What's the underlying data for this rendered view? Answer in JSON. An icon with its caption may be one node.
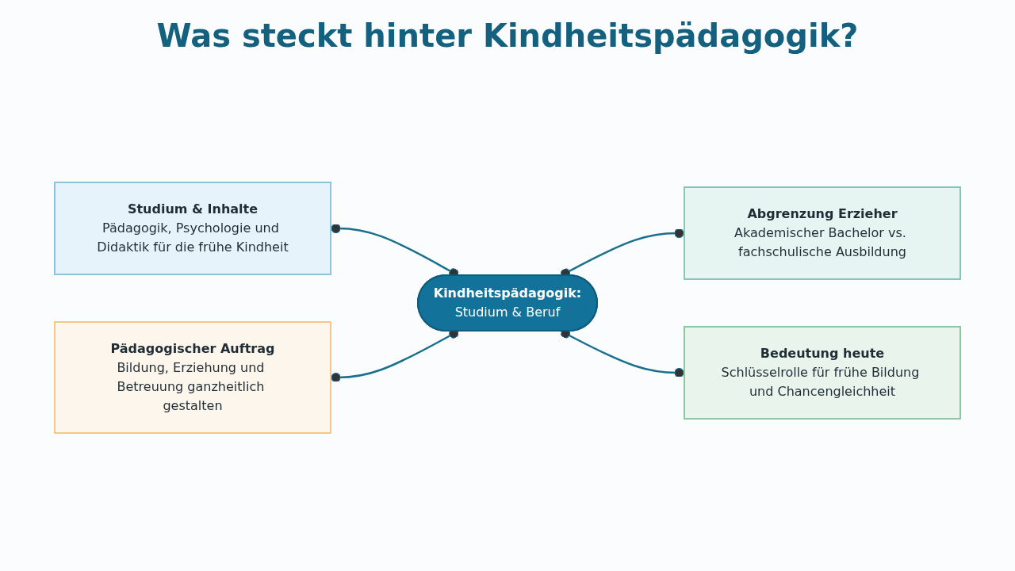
{
  "diagram": {
    "title": "Was steckt hinter Kindheitspädagogik?",
    "nodes": [
      {
        "text": [
          "Studium & Inhalte",
          "Pädagogik, Psychologie und Didaktik für die frühe Kindheit"
        ]
      },
      {
        "text": [
          "Abgrenzung Erzieher",
          "Akademischer Bachelor vs. fachschulische Ausbildung"
        ]
      },
      {
        "text": [
          "Kindheitspädagogik:",
          "Studium & Beruf"
        ]
      },
      {
        "text": [
          "Pädagogischer Auftrag",
          "Bildung, Erziehung und Betreuung ganzheitlich gestalten"
        ]
      },
      {
        "text": [
          "Bedeutung heute",
          "Schlüsselrolle für frühe Bildung und Chancengleichheit"
        ]
      }
    ],
    "edges": [
      {
        "from": 0,
        "to": 2,
        "arrow": "other"
      },
      {
        "from": 2,
        "to": 1,
        "arrow": "other"
      },
      {
        "from": 3,
        "to": 2,
        "arrow": "other"
      },
      {
        "from": 2,
        "to": 4,
        "arrow": "other"
      }
    ]
  }
}
